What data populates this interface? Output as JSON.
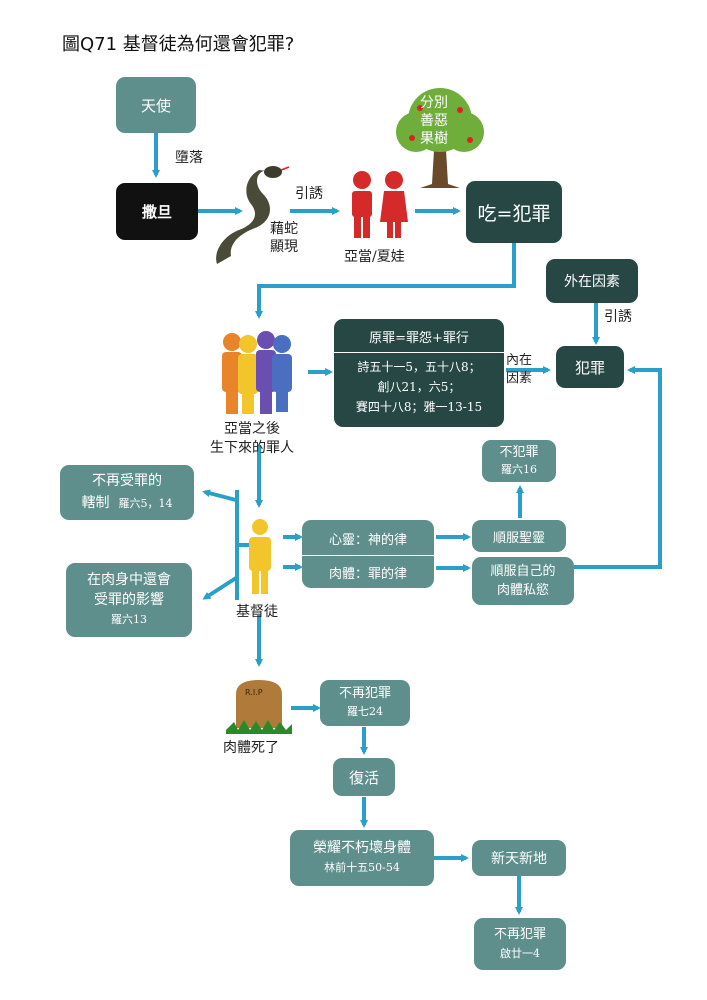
{
  "title": "圖Q71  基督徒為何還會犯罪?",
  "nodes": {
    "angel": "天使",
    "satan": "撒旦",
    "eat_sin": "吃=犯罪",
    "tree": [
      "分別",
      "善惡",
      "果樹"
    ],
    "external": "外在因素",
    "sin": "犯罪",
    "original_sin_title": "原罪=罪怨+罪行",
    "original_sin_refs": [
      "詩五十一5，五十八8；",
      "創八21，六5；",
      "賽四十八8；雅一13-15"
    ],
    "no_sin_rom": "不犯罪",
    "no_sin_rom_ref": "羅六16",
    "no_bondage": "不再受罪的",
    "no_bondage_2": "轄制",
    "no_bondage_ref": "羅六5，14",
    "still_influenced": [
      "在肉身中還會",
      "受罪的影響"
    ],
    "still_influenced_ref": "羅六13",
    "spirit_law": "心靈：神的律",
    "flesh_law": "肉體：罪的律",
    "obey_spirit": "順服聖靈",
    "obey_flesh": [
      "順服自己的",
      "肉體私慾"
    ],
    "no_more_sin_7": "不再犯罪",
    "no_more_sin_7_ref": "羅七24",
    "resurrection": "復活",
    "glorious_body": "榮耀不朽壞身體",
    "glorious_body_ref": "林前十五50-54",
    "new_heaven": "新天新地",
    "no_more_sin_final": "不再犯罪",
    "no_more_sin_final_ref": "啟廿一4",
    "rip": "R.I.P"
  },
  "labels": {
    "fall": "墮落",
    "tempt1": "引誘",
    "snake": [
      "藉蛇",
      "顯現"
    ],
    "adam_eve": "亞當/夏娃",
    "tempt2": "引誘",
    "inner": [
      "內在",
      "因素"
    ],
    "descendants": [
      "亞當之後",
      "生下來的罪人"
    ],
    "christian": "基督徒",
    "flesh_dead": "肉體死了"
  },
  "colors": {
    "arrow": "#2a9fc7",
    "teal": "#5e8f8c",
    "dark": "#264744",
    "black": "#111111"
  }
}
